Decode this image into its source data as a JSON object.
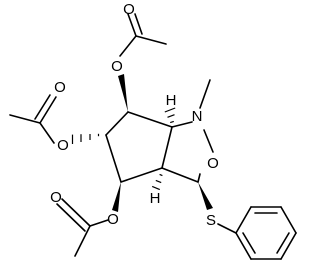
{
  "molecule": {
    "atom_labels": {
      "n": "N",
      "o_ring": "O",
      "s": "S",
      "o_ester_1": "O",
      "o_carbonyl_1": "O",
      "o_ester_2": "O",
      "o_carbonyl_2": "O",
      "o_ester_3": "O",
      "o_carbonyl_3": "O",
      "h_1": "H",
      "h_2": "H"
    }
  },
  "colors": {
    "ink": "#000000",
    "background": "#ffffff"
  }
}
